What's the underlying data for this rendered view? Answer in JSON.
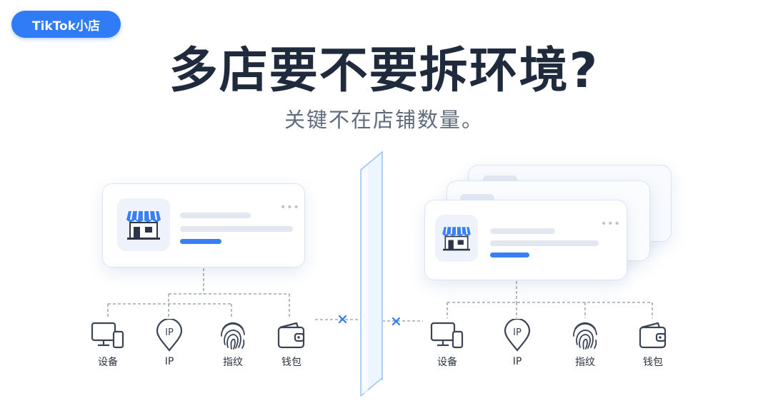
{
  "badge": "TikTok小店",
  "title": "多店要不要拆环境?",
  "subtitle": "关键不在店铺数量。",
  "labels": {
    "device": "设备",
    "ip": "IP",
    "fingerprint": "指纹",
    "wallet": "钱包"
  },
  "ip_glyph": "IP",
  "colors": {
    "accent": "#2f7cf6",
    "ink": "#1f2a3d",
    "muted": "#5f6b7d",
    "line": "#8a96a8",
    "glass": "#cfe2ff"
  },
  "icons": [
    "store-icon",
    "monitor-phone-icon",
    "location-ip-icon",
    "fingerprint-icon",
    "wallet-icon",
    "cross-icon"
  ]
}
